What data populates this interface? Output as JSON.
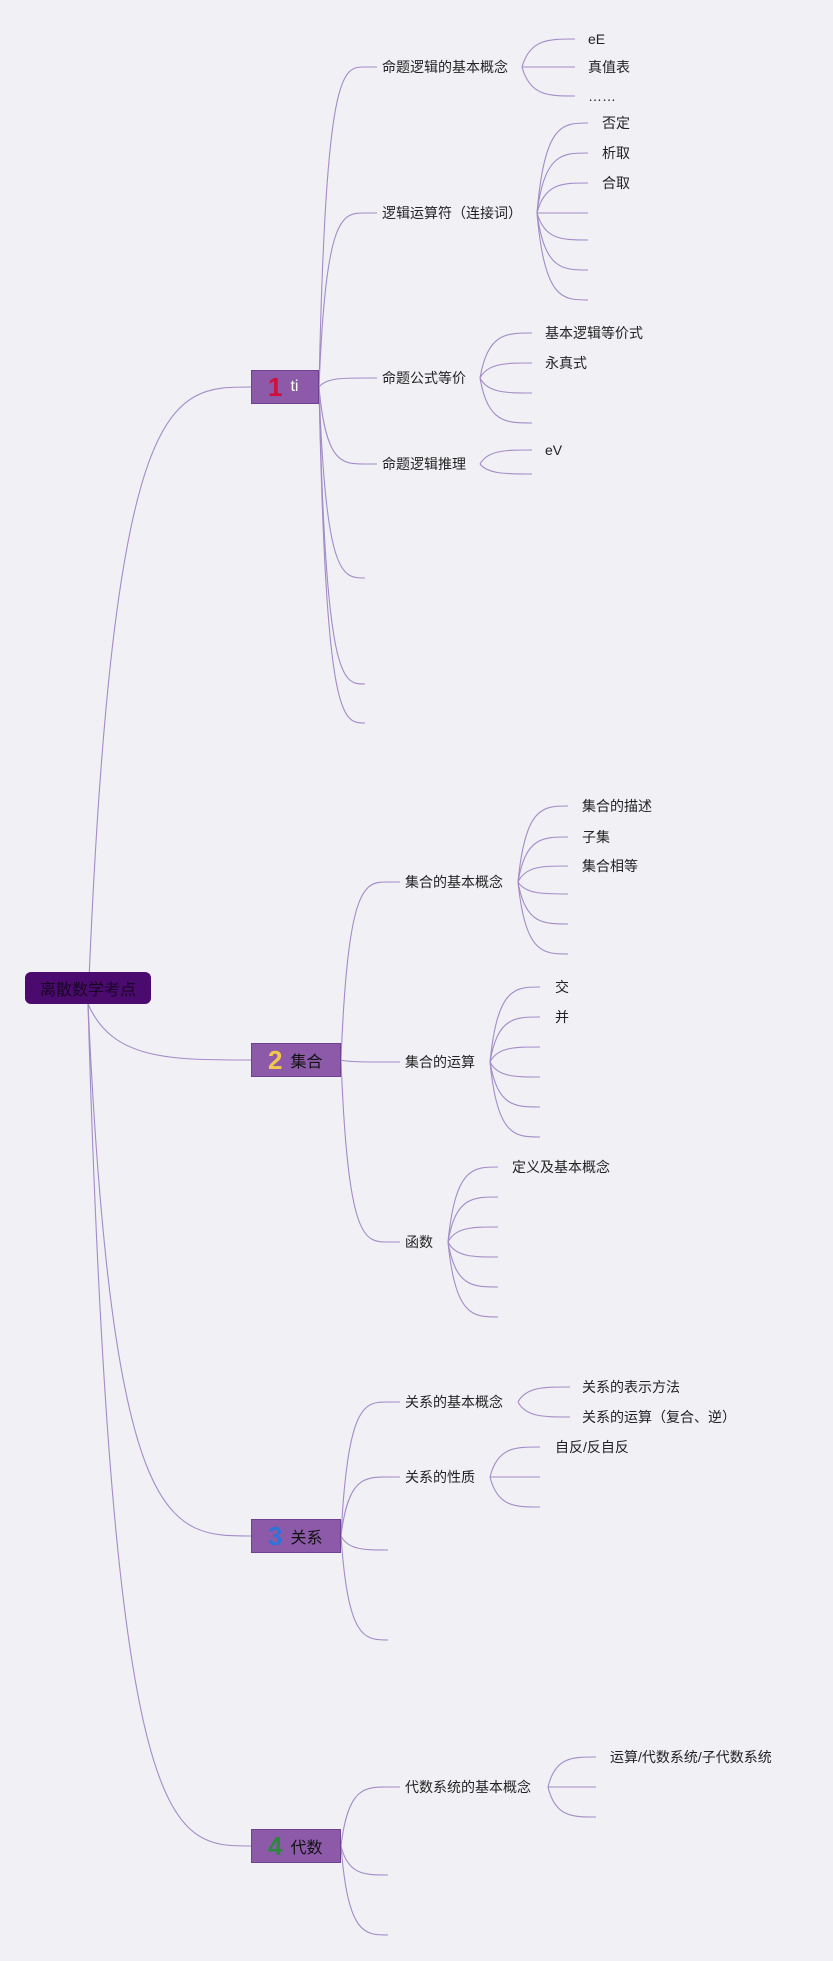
{
  "root": {
    "label": "离散数学考点"
  },
  "branches": [
    {
      "num": "1",
      "label": "ti",
      "num_color": "#d0103a"
    },
    {
      "num": "2",
      "label": "集合",
      "num_color": "#f2c84b"
    },
    {
      "num": "3",
      "label": "关系",
      "num_color": "#2e74d6"
    },
    {
      "num": "4",
      "label": "代数",
      "num_color": "#2a8a3c"
    }
  ],
  "topics": {
    "t1": "命题逻辑的基本概念",
    "t2": "逻辑运算符（连接词）",
    "t3": "命题公式等价",
    "t4": "命题逻辑推理",
    "t5": "集合的基本概念",
    "t6": "集合的运算",
    "t7": "函数",
    "t8": "关系的基本概念",
    "t9": "关系的性质",
    "t10": "代数系统的基本概念"
  },
  "leaves": {
    "l1": "eE",
    "l2": "真值表",
    "l3": "……",
    "l4": "否定",
    "l5": "析取",
    "l6": "合取",
    "l7": "基本逻辑等价式",
    "l8": "永真式",
    "l9": "eV",
    "l10": "集合的描述",
    "l11": "子集",
    "l12": "集合相等",
    "l13": "交",
    "l14": "并",
    "l15": "定义及基本概念",
    "l16": "关系的表示方法",
    "l17": "关系的运算（复合、逆）",
    "l18": "自反/反自反",
    "l19": "运算/代数系统/子代数系统"
  },
  "colors": {
    "line": "#a28cc8",
    "root_bg": "#4b0a6e",
    "branch_bg": "#8c5aa8",
    "background": "#f1f0f5"
  }
}
